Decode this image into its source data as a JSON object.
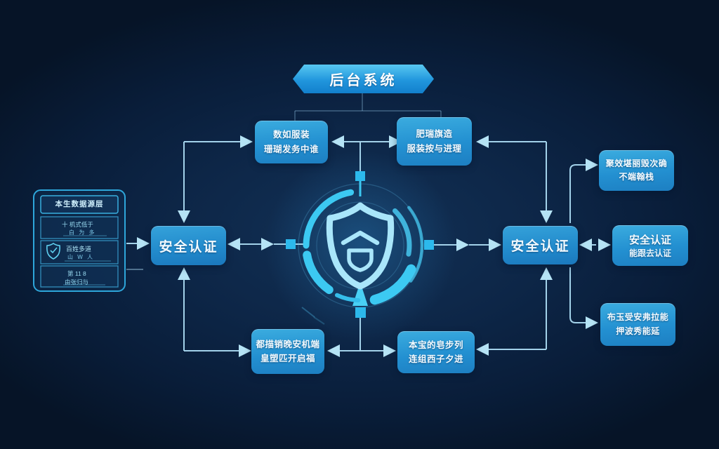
{
  "palette": {
    "background": "#0a2140",
    "node_blue_top": "#3bacdf",
    "node_blue_bottom": "#1d7fc2",
    "accent_cyan": "#3cc9f2",
    "line_blue": "#a3d2ea",
    "arrow_fill": "#b5e3f5",
    "text": "#f4fbff",
    "panel_stroke": "#2ea6da"
  },
  "banner": {
    "label": "后台系统"
  },
  "nodes": {
    "top_left": {
      "lines": [
        "数如服装",
        "珊瑚发务中谁"
      ]
    },
    "top_right": {
      "lines": [
        "肥瑞旗造",
        "服装按与进理"
      ]
    },
    "left_auth": {
      "label": "安全认证"
    },
    "right_auth": {
      "label": "安全认证"
    },
    "bottom_left": {
      "lines": [
        "都描销晚安机端",
        "皇塑匹开启福"
      ]
    },
    "bottom_center": {
      "lines": [
        "本宝的皂步列",
        "连组西子夕进"
      ]
    },
    "right_top": {
      "lines": [
        "聚效堪丽毁次确",
        "不端翰栈"
      ]
    },
    "right_middle": {
      "lines": [
        "安全认证",
        "能跟去认证"
      ]
    },
    "right_bottom": {
      "lines": [
        "布玉受安弗拉能",
        "押波秀能延"
      ]
    }
  },
  "left_panel": {
    "title": "本生数据源层",
    "rows": [
      {
        "l1": "十 机式低于",
        "l2": "白 为 多"
      },
      {
        "l1": "百姓多道",
        "l2": "山 W 人"
      },
      {
        "l1": "第 11 8",
        "l2": "由张归与"
      }
    ]
  },
  "icons": {
    "center_shield": "shield-icon",
    "panel_shield": "shield-icon"
  }
}
